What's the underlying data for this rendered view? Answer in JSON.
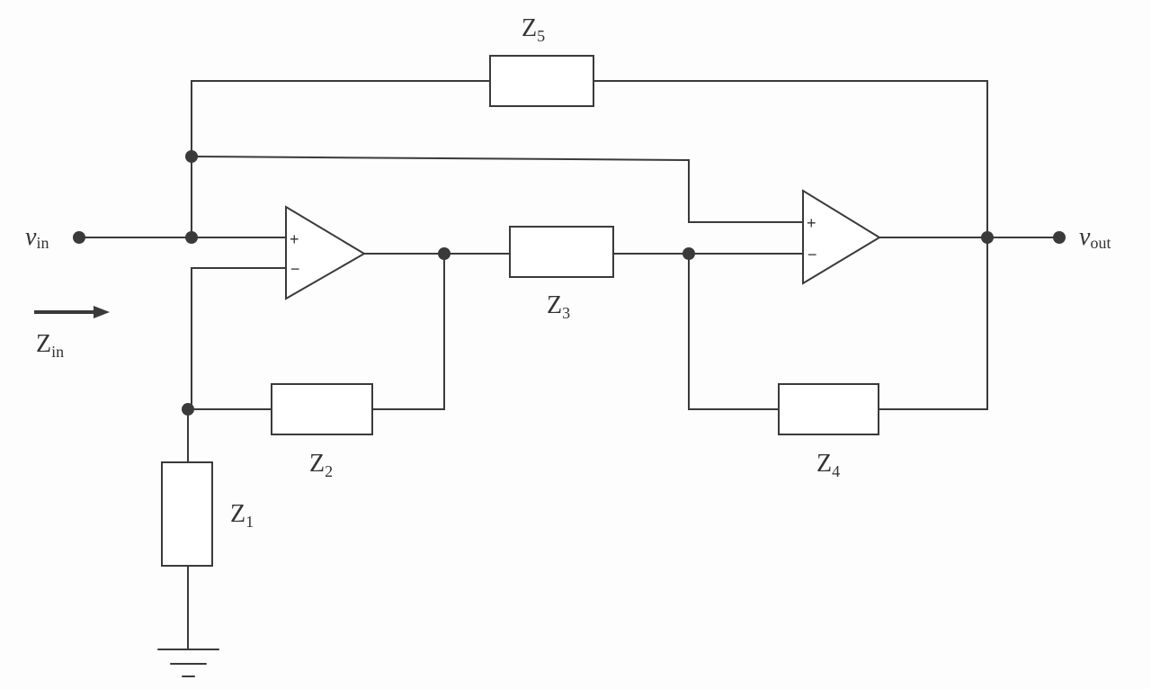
{
  "diagram": {
    "labels": {
      "z5": {
        "main": "Z",
        "sub": "5"
      },
      "z3": {
        "main": "Z",
        "sub": "3"
      },
      "z2": {
        "main": "Z",
        "sub": "2"
      },
      "z4": {
        "main": "Z",
        "sub": "4"
      },
      "z1": {
        "main": "Z",
        "sub": "1"
      },
      "zin": {
        "main": "Z",
        "sub": "in"
      },
      "vin": {
        "main": "v",
        "sub": "in"
      },
      "vout": {
        "main": "v",
        "sub": "out"
      }
    },
    "opamp1": {
      "plus": "+",
      "minus": "−"
    },
    "opamp2": {
      "plus": "+",
      "minus": "−"
    }
  }
}
